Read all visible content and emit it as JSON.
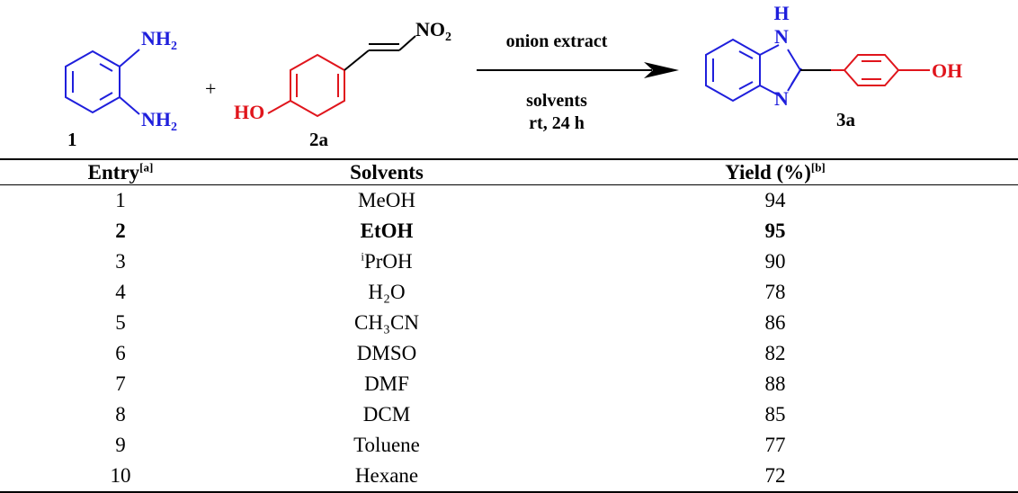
{
  "scheme": {
    "compound1": {
      "substituent_top": "NH",
      "substituent_top_sub": "2",
      "substituent_bottom": "NH",
      "substituent_bottom_sub": "2",
      "label": "1"
    },
    "plus": "+",
    "compound2a": {
      "left_group": "HO",
      "right_group": "NO",
      "right_group_sub": "2",
      "label": "2a"
    },
    "arrow": {
      "above": "onion extract",
      "below_line1": "solvents",
      "below_line2": "rt, 24 h"
    },
    "product3a": {
      "nh_h": "H",
      "nh_n": "N",
      "n_lower": "N",
      "oh": "OH",
      "label": "3a"
    },
    "colors": {
      "nitrogen": "#1f1fdc",
      "oxygen": "#e0151c",
      "bond": "#000000"
    }
  },
  "table": {
    "headers": [
      {
        "text": "Entry",
        "sup": "[a]"
      },
      {
        "text": "Solvents",
        "sup": ""
      },
      {
        "text": "Yield (%)",
        "sup": "[b]"
      }
    ],
    "rows": [
      {
        "entry": "1",
        "pre_sup": "",
        "solvent": "MeOH",
        "yield": "94",
        "bold": false
      },
      {
        "entry": "2",
        "pre_sup": "",
        "solvent": "EtOH",
        "yield": "95",
        "bold": true
      },
      {
        "entry": "3",
        "pre_sup": "i",
        "solvent": "PrOH",
        "yield": "90",
        "bold": false
      },
      {
        "entry": "4",
        "pre_sup": "",
        "solvent": "H₂O",
        "yield": "78",
        "bold": false
      },
      {
        "entry": "5",
        "pre_sup": "",
        "solvent": "CH₃CN",
        "yield": "86",
        "bold": false
      },
      {
        "entry": "6",
        "pre_sup": "",
        "solvent": "DMSO",
        "yield": "82",
        "bold": false
      },
      {
        "entry": "7",
        "pre_sup": "",
        "solvent": "DMF",
        "yield": "88",
        "bold": false
      },
      {
        "entry": "8",
        "pre_sup": "",
        "solvent": "DCM",
        "yield": "85",
        "bold": false
      },
      {
        "entry": "9",
        "pre_sup": "",
        "solvent": "Toluene",
        "yield": "77",
        "bold": false
      },
      {
        "entry": "10",
        "pre_sup": "",
        "solvent": "Hexane",
        "yield": "72",
        "bold": false
      }
    ]
  }
}
